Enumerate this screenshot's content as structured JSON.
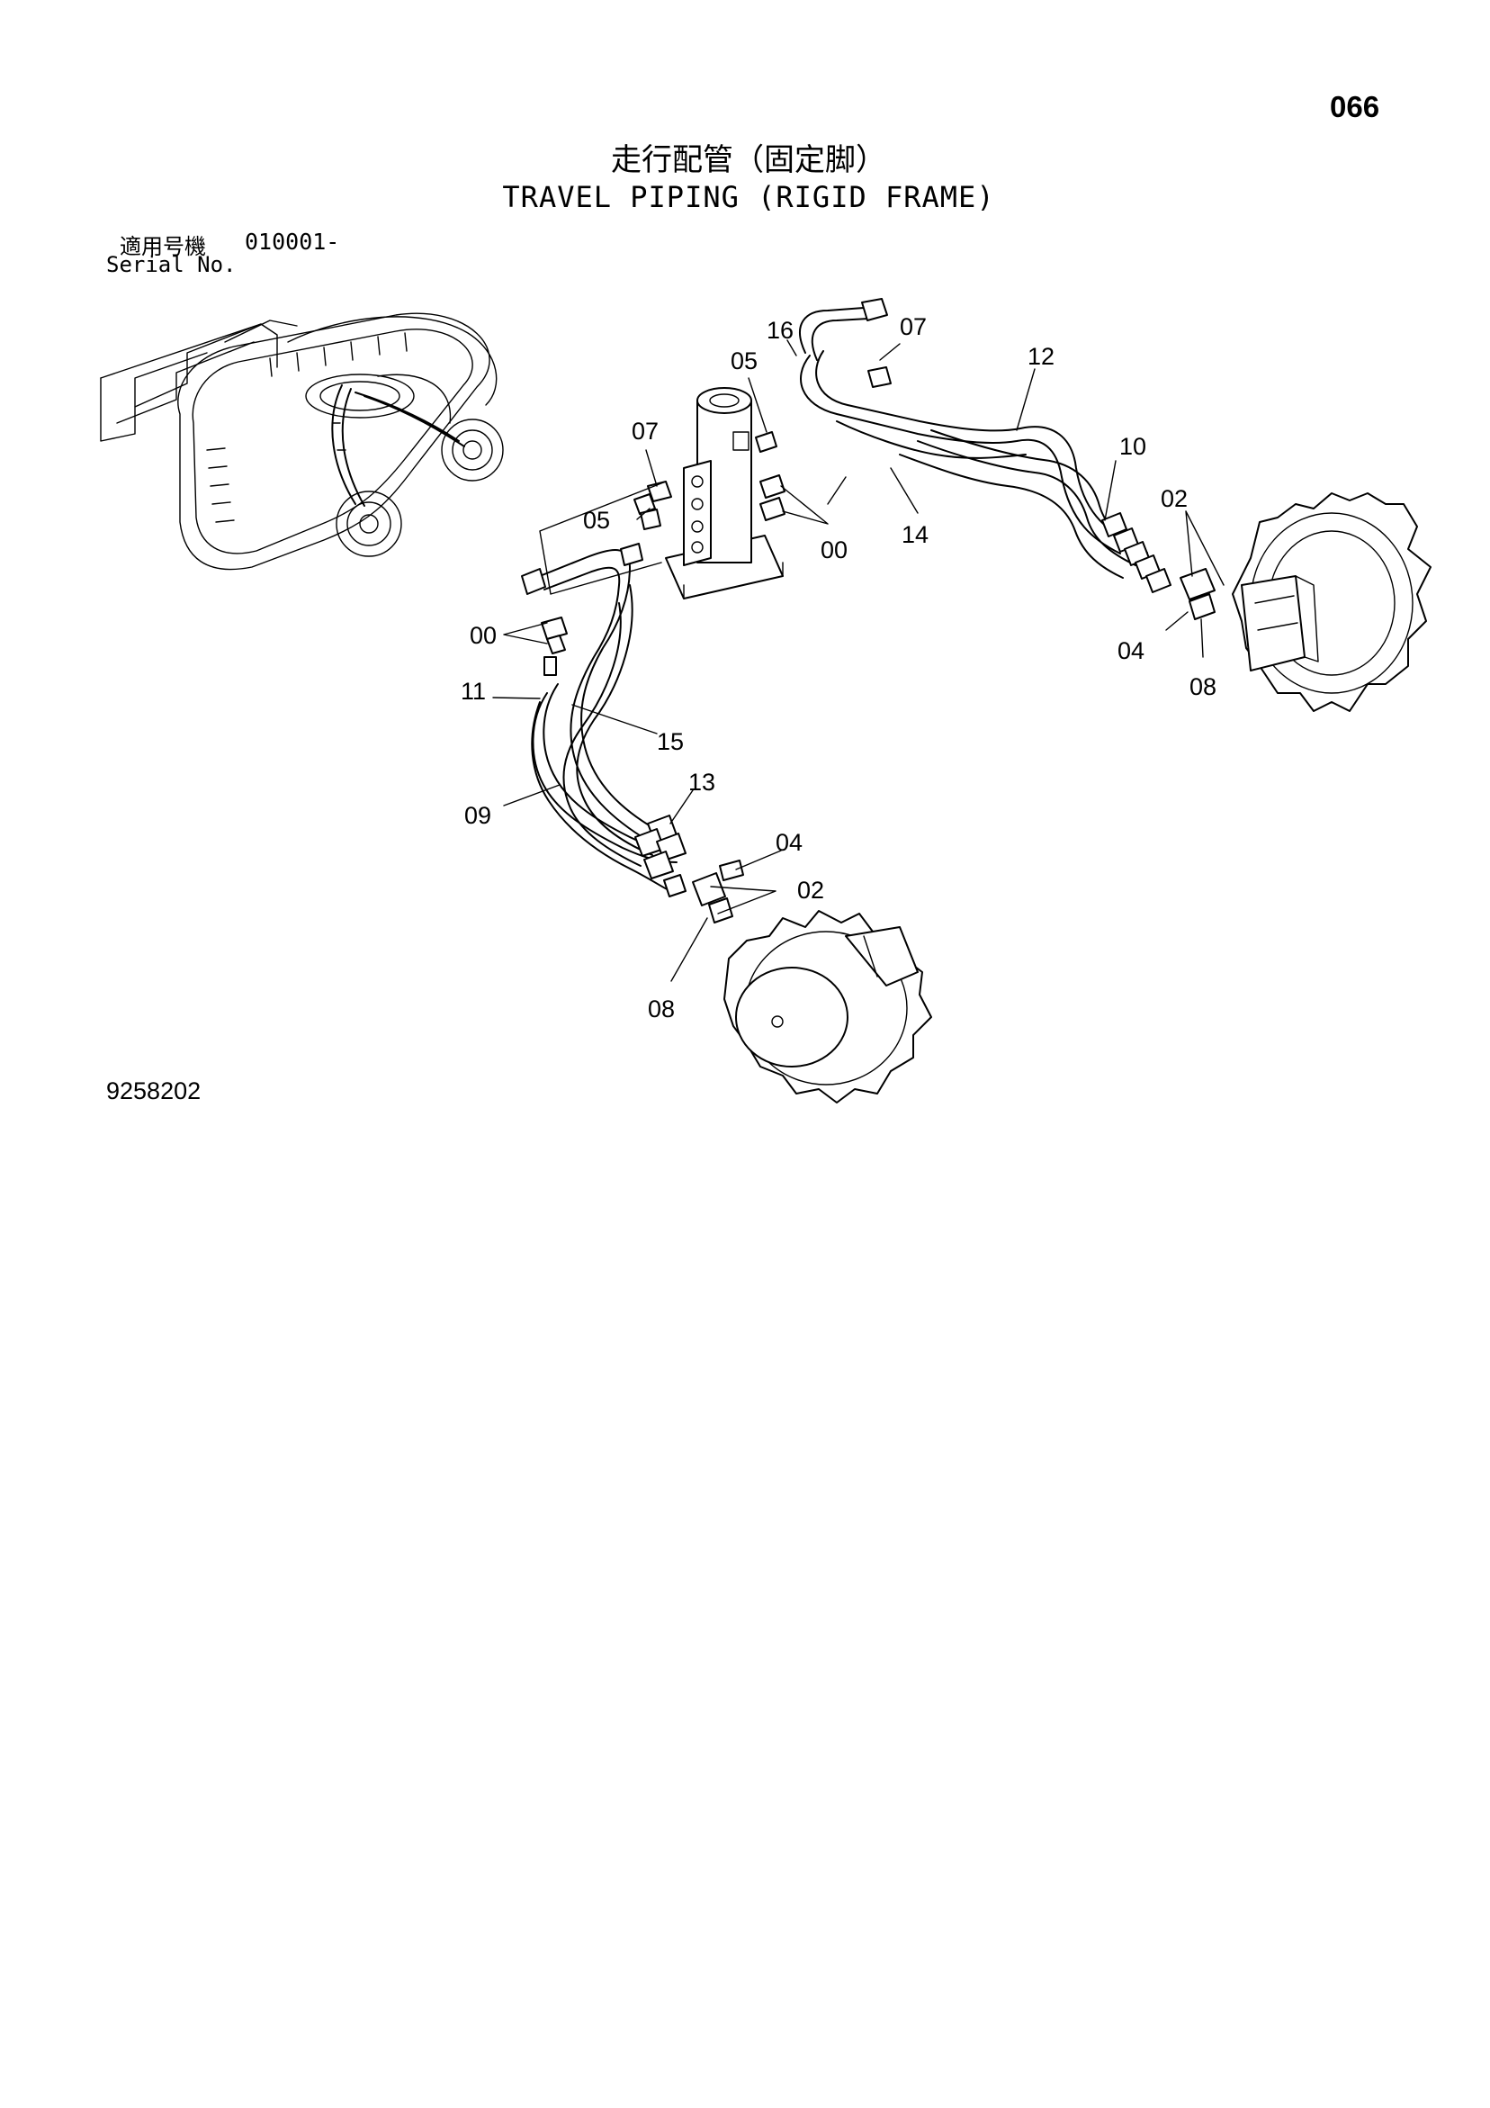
{
  "header": {
    "page_number": "066",
    "title_jp": "走行配管（固定脚）",
    "title_en": "TRAVEL PIPING (RIGID FRAME)",
    "serial_label_jp": "適用号機",
    "serial_range": "010001-",
    "serial_label_en": "Serial No."
  },
  "footer": {
    "drawing_number": "9258202"
  },
  "callouts": {
    "c16": "16",
    "c07_top": "07",
    "c05_top": "05",
    "c12": "12",
    "c07_left": "07",
    "c10": "10",
    "c05_left": "05",
    "c00_mid": "00",
    "c14": "14",
    "c02_right": "02",
    "c00_left": "00",
    "c04_right": "04",
    "c11": "11",
    "c08_right": "08",
    "c15": "15",
    "c13": "13",
    "c09": "09",
    "c04_bottom": "04",
    "c02_bottom": "02",
    "c08_bottom": "08"
  }
}
